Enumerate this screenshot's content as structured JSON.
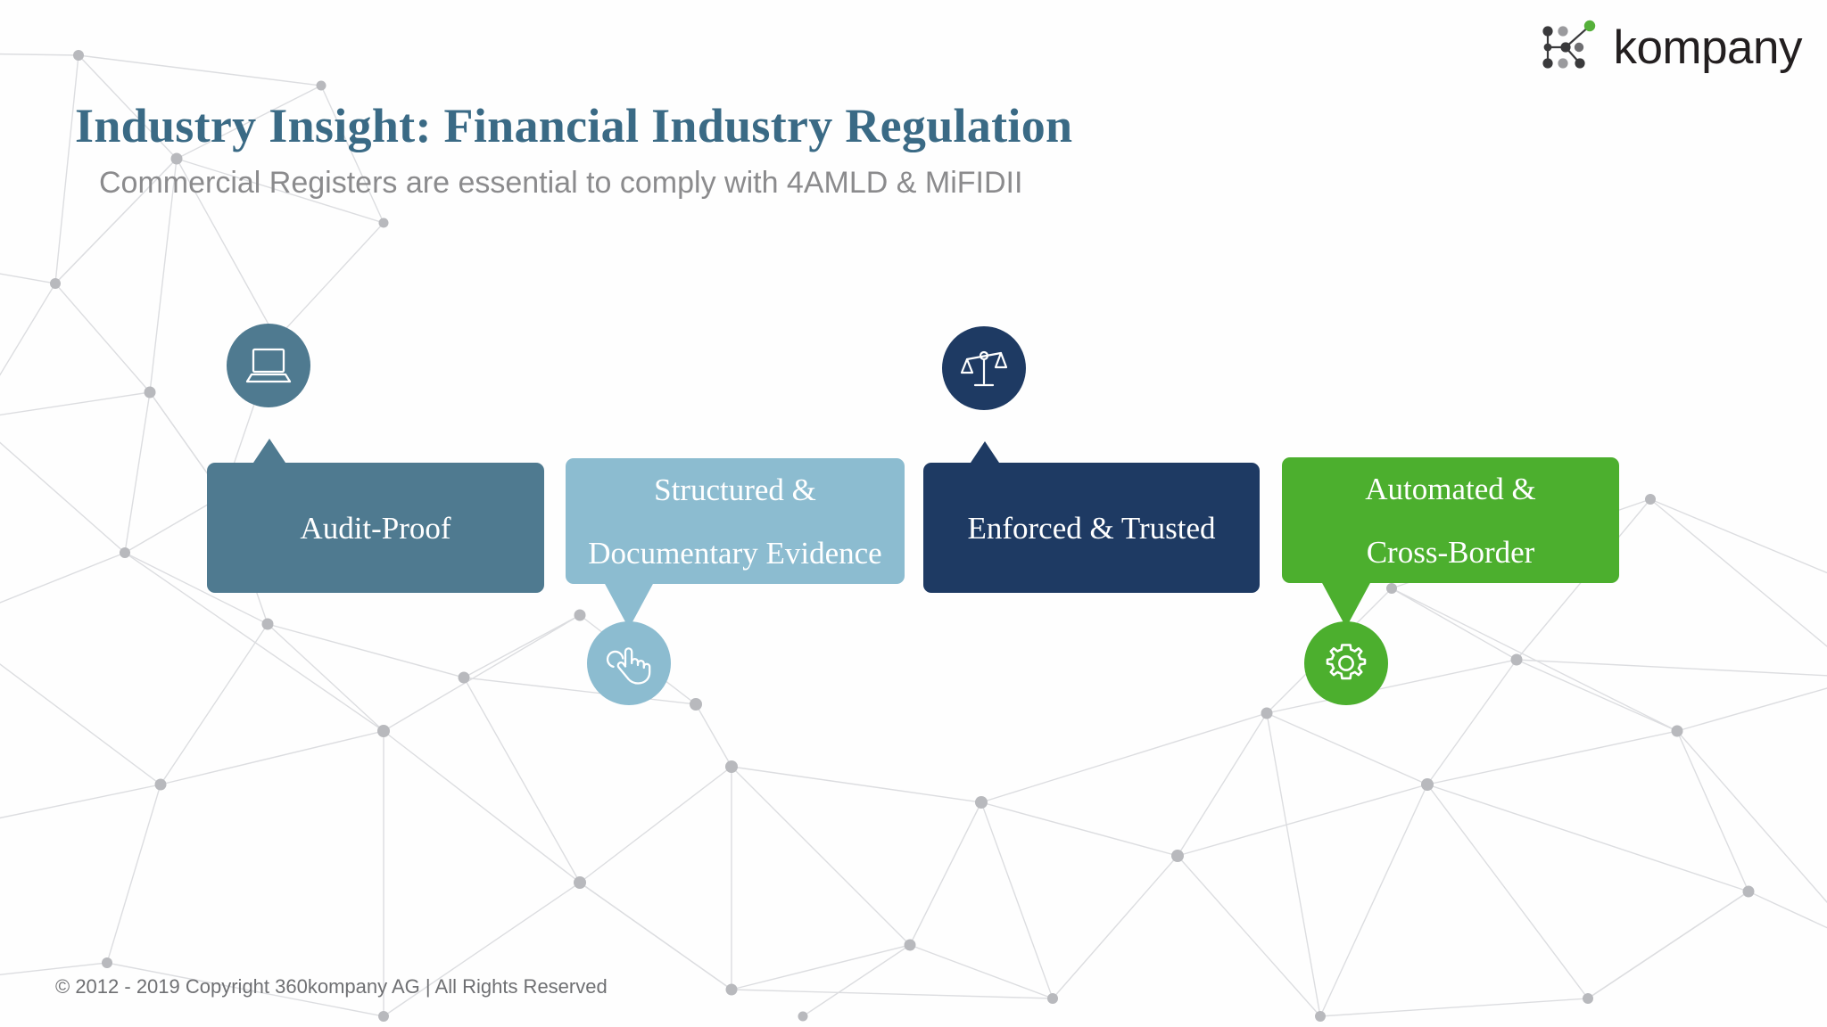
{
  "brand": {
    "logo_text": "kompany",
    "logo_icon": "kompany-network-k-mark",
    "accent_green": "#55b03a",
    "mark_dark": "#3a3a3c",
    "mark_mid": "#8d8d90"
  },
  "header": {
    "title": "Industry Insight: Financial Industry Regulation",
    "subtitle": "Commercial Registers are essential to comply with 4AMLD & MiFIDII",
    "title_color": "#3a6a85",
    "subtitle_color": "#8b8b8d"
  },
  "cards": [
    {
      "id": "audit-proof",
      "lines": [
        "Audit-Proof"
      ],
      "color": "#4f7a90",
      "icon": "laptop-icon",
      "icon_position": "above",
      "tail_direction": "up"
    },
    {
      "id": "structured-documentary-evidence",
      "lines": [
        "Structured &",
        "Documentary Evidence"
      ],
      "color": "#8cbcd0",
      "icon": "tap-hand-icon",
      "icon_position": "below",
      "tail_direction": "down"
    },
    {
      "id": "enforced-trusted",
      "lines": [
        "Enforced & Trusted"
      ],
      "color": "#1e3a63",
      "icon": "scales-of-justice-icon",
      "icon_position": "above",
      "tail_direction": "up"
    },
    {
      "id": "automated-cross-border",
      "lines": [
        "Automated &",
        "Cross-Border"
      ],
      "color": "#4caf2e",
      "icon": "gear-icon",
      "icon_position": "below",
      "tail_direction": "down"
    }
  ],
  "footer": {
    "copyright": "© 2012 - 2019 Copyright 360kompany AG | All Rights Reserved"
  },
  "background": {
    "pattern": "low-poly-network-mesh",
    "line_color": "#dcdde0",
    "node_color": "#b8b9bd"
  }
}
